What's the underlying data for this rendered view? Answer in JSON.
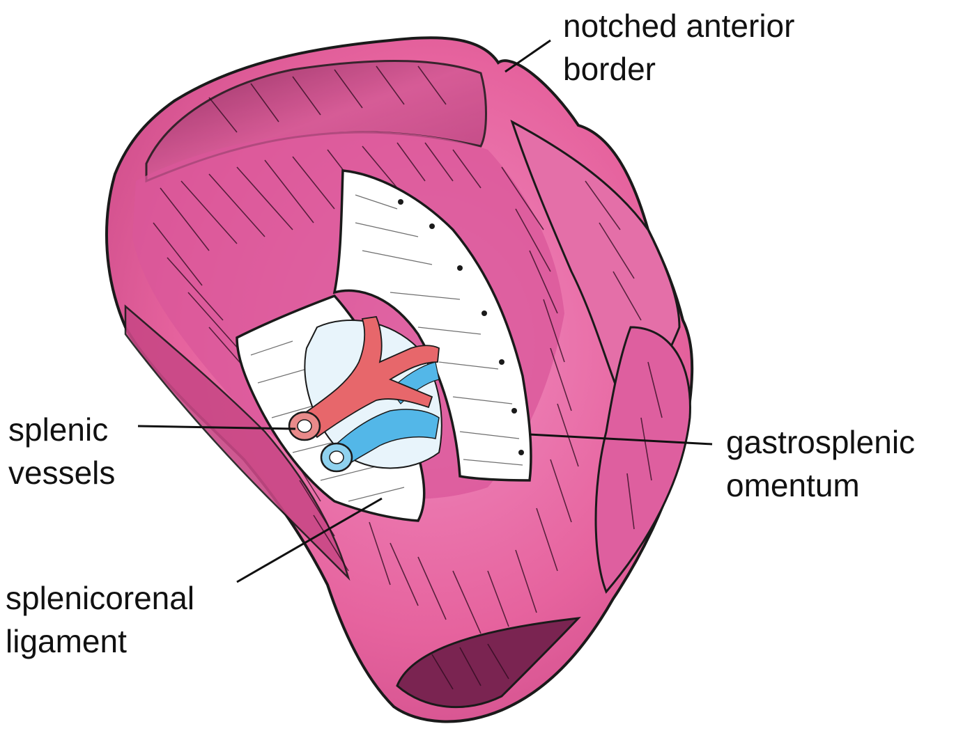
{
  "labels": {
    "notched_anterior_border": {
      "line1": "notched anterior",
      "line2": "border"
    },
    "splenic_vessels": {
      "line1": "splenic",
      "line2": "vessels"
    },
    "gastrosplenic_omentum": {
      "line1": "gastrosplenic",
      "line2": "omentum"
    },
    "splenicorenal_ligament": {
      "line1": "splenicorenal",
      "line2": "ligament"
    }
  },
  "colors": {
    "spleen_fill": "#e6639e",
    "spleen_shadow": "#a0306a",
    "spleen_inner": "#c84f8a",
    "ligament": "#ffffff",
    "artery": "#e7676b",
    "vein": "#53b7e8",
    "outline": "#1a1a1a"
  }
}
